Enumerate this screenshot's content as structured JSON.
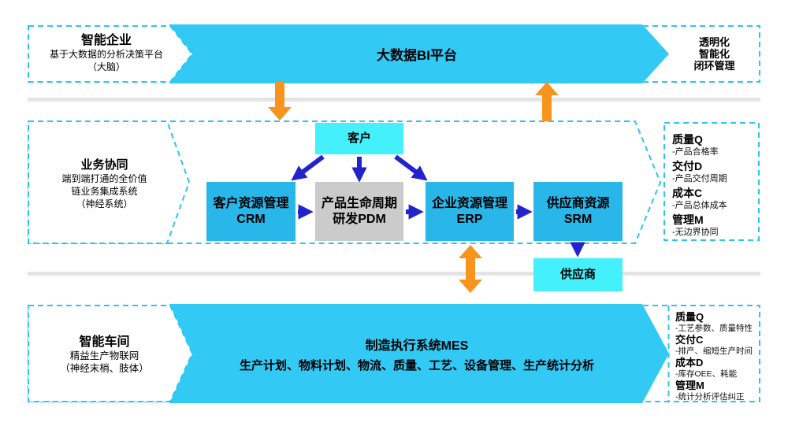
{
  "rows": {
    "enterprise": {
      "label": {
        "title": "智能企业",
        "sub1": "基于大数据的分析决策平台",
        "sub2": "（大脑）"
      },
      "band_title": "大数据BI平台",
      "right": {
        "line1": "透明化",
        "line2": "智能化",
        "line3": "闭环管理"
      }
    },
    "collaboration": {
      "label": {
        "title": "业务协同",
        "sub1": "端到端打通的全价值",
        "sub2": "链业务集成系统",
        "sub3": "（神经系统）"
      },
      "boxes": {
        "customer": "客户",
        "crm": {
          "line1": "客户资源管理",
          "line2": "CRM"
        },
        "pdm": {
          "line1": "产品生命周期",
          "line2": "研发PDM"
        },
        "erp": {
          "line1": "企业资源管理",
          "line2": "ERP"
        },
        "srm": {
          "line1": "供应商资源",
          "line2": "SRM"
        },
        "supplier": "供应商"
      },
      "metrics": [
        {
          "title": "质量Q",
          "sub": "-产品合格率"
        },
        {
          "title": "交付D",
          "sub": "-产品交付周期"
        },
        {
          "title": "成本C",
          "sub": "-产品总体成本"
        },
        {
          "title": "管理M",
          "sub": "-无边界协同"
        }
      ]
    },
    "workshop": {
      "label": {
        "title": "智能车间",
        "sub1": "精益生产物联网",
        "sub2": "（神经末梢、肢体）"
      },
      "band_title": "制造执行系统MES",
      "band_sub": "生产计划、物料计划、物流、质量、工艺、设备管理、生产统计分析",
      "metrics": [
        {
          "title": "质量Q",
          "sub": "-工艺参数、质量特性"
        },
        {
          "title": "交付C",
          "sub": "-排产、缩短生产时间"
        },
        {
          "title": "成本D",
          "sub": "-库存OEE、耗能"
        },
        {
          "title": "管理M",
          "sub": "-统计分析评估纠正"
        }
      ]
    }
  },
  "colors": {
    "band_cyan": "#33C9F5",
    "box_cyan": "#29B6E8",
    "highlight_cyan": "#44F0FB",
    "pdm_gray": "#CBCBCB",
    "arrow_blue": "#2323CE",
    "arrow_orange": "#F7941E",
    "dashed_border": "#2CC5F2",
    "separator_gray": "#E4E4E4"
  }
}
